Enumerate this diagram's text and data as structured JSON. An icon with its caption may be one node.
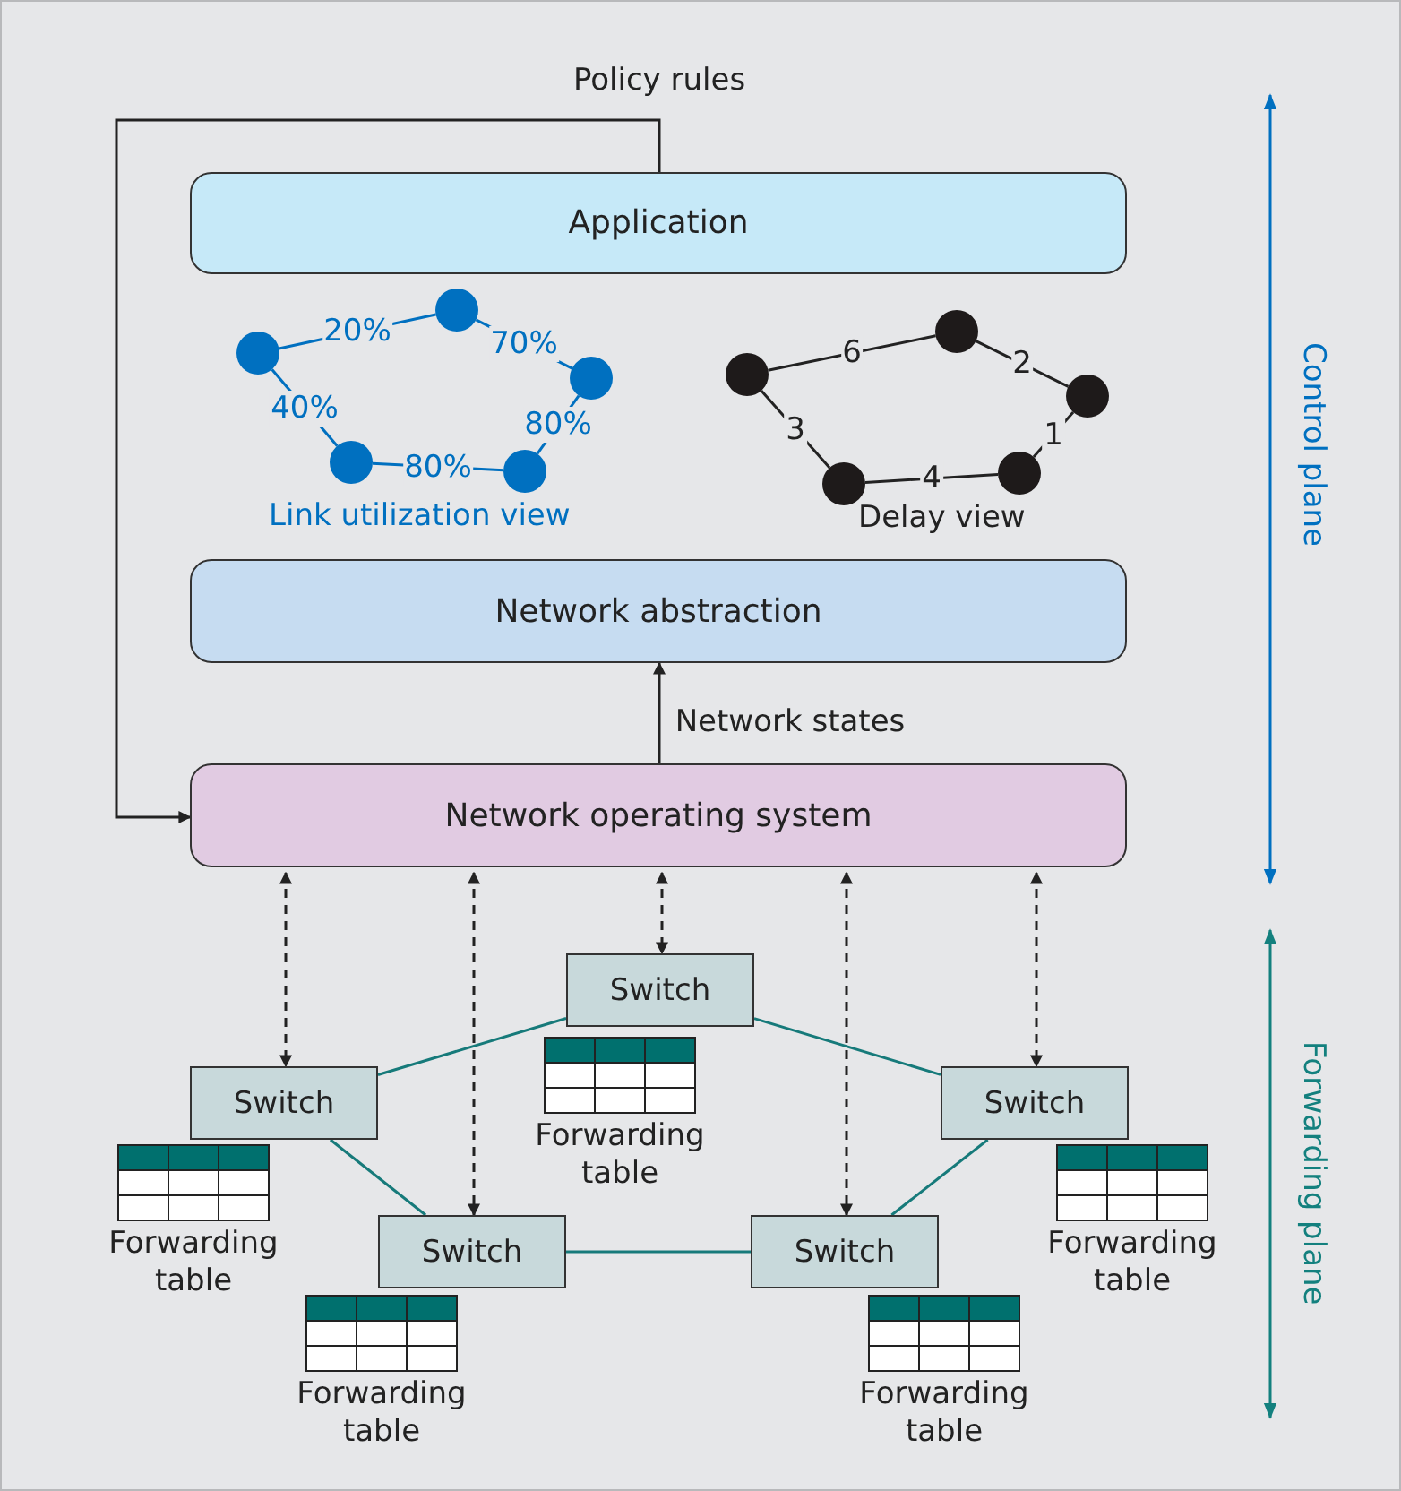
{
  "diagram": {
    "nodes": [
      {
        "text": [
          "Application"
        ]
      },
      {
        "text": [],
        "shape": "circle"
      },
      {
        "text": [],
        "shape": "circle"
      },
      {
        "text": [],
        "shape": "circle"
      },
      {
        "text": [],
        "shape": "circle"
      },
      {
        "text": [],
        "shape": "circle"
      },
      {
        "text": [],
        "shape": "circle"
      },
      {
        "text": [],
        "shape": "circle"
      },
      {
        "text": [],
        "shape": "circle"
      },
      {
        "text": [],
        "shape": "circle"
      },
      {
        "text": [],
        "shape": "circle"
      },
      {
        "text": [
          "Network abstraction"
        ]
      },
      {
        "text": [
          "Network operating system"
        ]
      },
      {
        "text": [
          "Switch"
        ]
      },
      {
        "text": [
          "Switch"
        ],
        "beside": [
          "Forwarding table"
        ]
      },
      {
        "text": [
          "Switch"
        ],
        "beside": [
          "Forwarding table"
        ]
      },
      {
        "text": [
          "Switch"
        ],
        "beside": [
          "Forwarding table"
        ]
      },
      {
        "text": [
          "Switch"
        ],
        "beside": [
          "Forwarding table"
        ]
      }
    ],
    "edges": [
      {
        "from": 0,
        "to": 12,
        "arrow": "to",
        "label": "Policy rules"
      },
      {
        "from": 1,
        "to": 2,
        "arrow": "none",
        "label": "20%",
        "color": "#0070c0"
      },
      {
        "from": 2,
        "to": 3,
        "arrow": "none",
        "label": "70%",
        "color": "#0070c0"
      },
      {
        "from": 3,
        "to": 4,
        "arrow": "none",
        "label": "80%",
        "color": "#0070c0"
      },
      {
        "from": 4,
        "to": 5,
        "arrow": "none",
        "label": "80%",
        "color": "#0070c0"
      },
      {
        "from": 5,
        "to": 1,
        "arrow": "none",
        "label": "40%",
        "color": "#0070c0"
      },
      {
        "from": 6,
        "to": 7,
        "arrow": "none",
        "label": "6"
      },
      {
        "from": 7,
        "to": 8,
        "arrow": "none",
        "label": "2"
      },
      {
        "from": 8,
        "to": 9,
        "arrow": "none",
        "label": "1"
      },
      {
        "from": 9,
        "to": 10,
        "arrow": "none",
        "label": "4"
      },
      {
        "from": 10,
        "to": 6,
        "arrow": "none",
        "label": "3"
      },
      {
        "from": 12,
        "to": 11,
        "arrow": "to",
        "label": "Network states"
      },
      {
        "from": 12,
        "to": 14,
        "arrow": "both",
        "style": "dashed"
      },
      {
        "from": 12,
        "to": 16,
        "arrow": "both",
        "style": "dashed"
      },
      {
        "from": 12,
        "to": 13,
        "arrow": "both",
        "style": "dashed"
      },
      {
        "from": 12,
        "to": 17,
        "arrow": "both",
        "style": "dashed"
      },
      {
        "from": 12,
        "to": 15,
        "arrow": "both",
        "style": "dashed"
      },
      {
        "from": 13,
        "to": 14,
        "arrow": "none",
        "color": "#167a7a"
      },
      {
        "from": 13,
        "to": 15,
        "arrow": "none",
        "color": "#167a7a"
      },
      {
        "from": 14,
        "to": 16,
        "arrow": "none",
        "color": "#167a7a"
      },
      {
        "from": 15,
        "to": 17,
        "arrow": "none",
        "color": "#167a7a"
      },
      {
        "from": 16,
        "to": 17,
        "arrow": "none",
        "color": "#167a7a"
      }
    ],
    "labels": [
      "Link utilization view",
      "Delay view",
      "Control plane",
      "Forwarding table",
      "Forwarding plane"
    ]
  }
}
